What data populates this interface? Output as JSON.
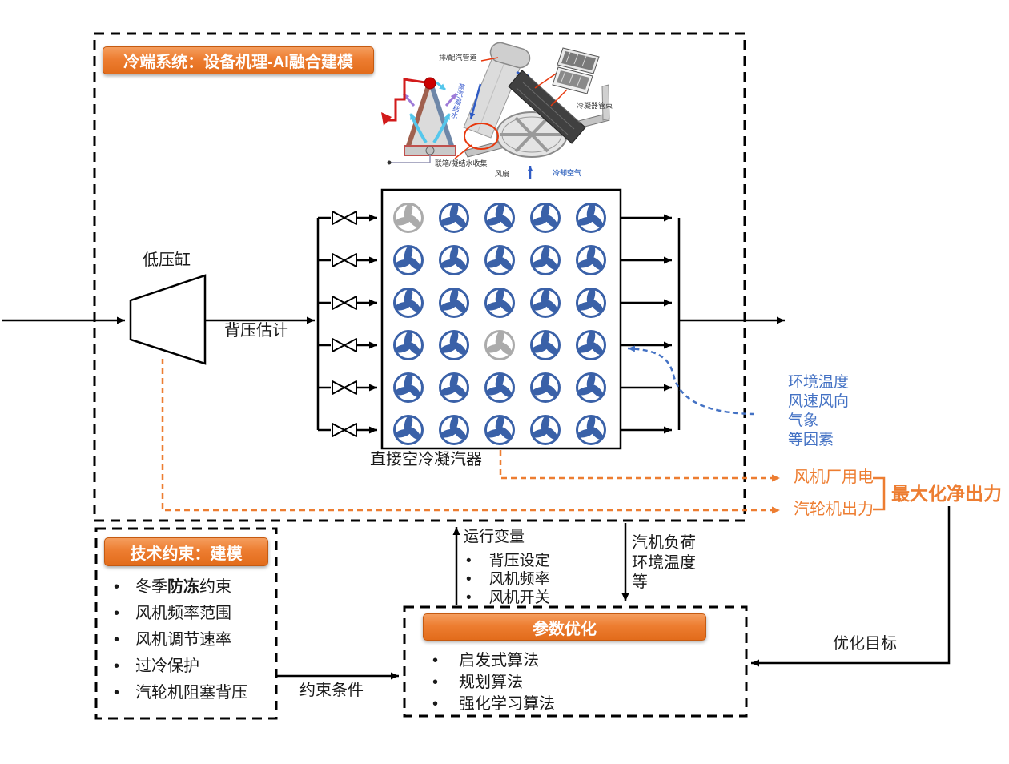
{
  "cold_end_box": {
    "title": "冷端系统：设备机理-AI融合建模"
  },
  "illustration": {
    "labels": {
      "steam_pipe": "排/配汽管道",
      "steam_condensate": "蒸汽/凝结水",
      "tube_bundle": "冷凝器管束",
      "header_collect": "联箱/凝结水收集",
      "fan": "风扇",
      "cooling_air": "冷却空气"
    }
  },
  "turbine": {
    "label": "低压缸"
  },
  "flow_labels": {
    "back_pressure": "背压估计",
    "condenser": "直接空冷凝汽器",
    "constraint_edge": "约束条件",
    "objective_edge": "优化目标"
  },
  "weather": {
    "lines": [
      "环境温度",
      "风速风向",
      "气象",
      "等因素"
    ]
  },
  "outputs": {
    "fan_power": "风机厂用电",
    "turbine_output": "汽轮机出力",
    "maximize": "最大化净出力"
  },
  "constraints_box": {
    "title": "技术约束：建模",
    "items": [
      [
        {
          "t": "冬季"
        },
        {
          "t": "防冻",
          "b": true
        },
        {
          "t": "约束"
        }
      ],
      "风机频率范围",
      "风机调节速率",
      "过冷保护",
      "汽轮机阻塞背压"
    ]
  },
  "operating_vars": {
    "title": "运行变量",
    "items": [
      "背压设定",
      "风机频率",
      "风机开关"
    ]
  },
  "optimizer_inputs": {
    "lines": [
      "汽机负荷",
      "环境温度",
      "等"
    ]
  },
  "optimization_box": {
    "title": "参数优化",
    "items": [
      "启发式算法",
      "规划算法",
      "强化学习算法"
    ]
  },
  "condenser": {
    "fan_grid": {
      "rows": 6,
      "cols": 5,
      "inactive": [
        [
          0,
          0
        ],
        [
          3,
          2
        ]
      ]
    }
  },
  "colors": {
    "accent_orange": "#ED7D31",
    "accent_blue": "#4472C4",
    "fan_blue": "#3A61A8",
    "fan_gray": "#ABABAB"
  }
}
